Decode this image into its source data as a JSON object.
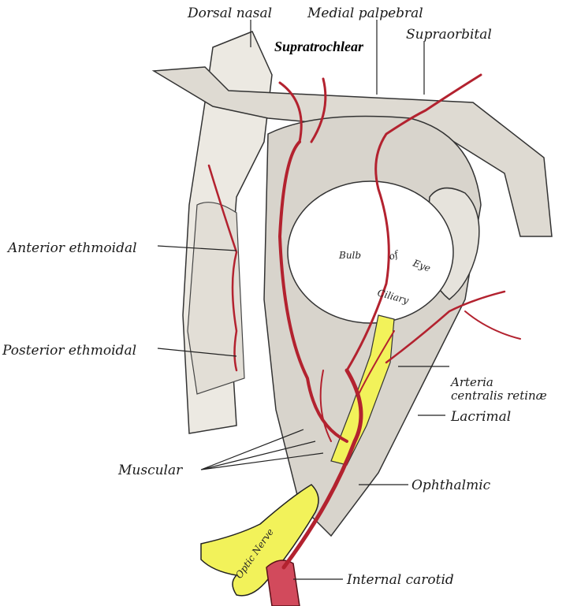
{
  "title": "Ophthalmic artery and its branches",
  "labels": {
    "dorsal_nasal": "Dorsal nasal",
    "medial_palpebral": "Medial palpebral",
    "supraorbital": "Supraorbital",
    "supratrochlear": "Supratrochlear",
    "anterior_ethmoidal": "Anterior ethmoidal",
    "posterior_ethmoidal": "Posterior ethmoidal",
    "bulb": "Bulb",
    "of": "of",
    "eye": "Eye",
    "ciliary": "Ciliary",
    "arteria": "Arteria",
    "centralis_retinae": "centralis retinæ",
    "lacrimal": "Lacrimal",
    "muscular": "Muscular",
    "ophthalmic": "Ophthalmic",
    "internal_carotid": "Internal carotid",
    "optic_nerve": "Optic Nerve"
  },
  "colors": {
    "artery": "#b3222f",
    "nerve": "#f2f25a",
    "tissue": "#d8d4cc"
  }
}
